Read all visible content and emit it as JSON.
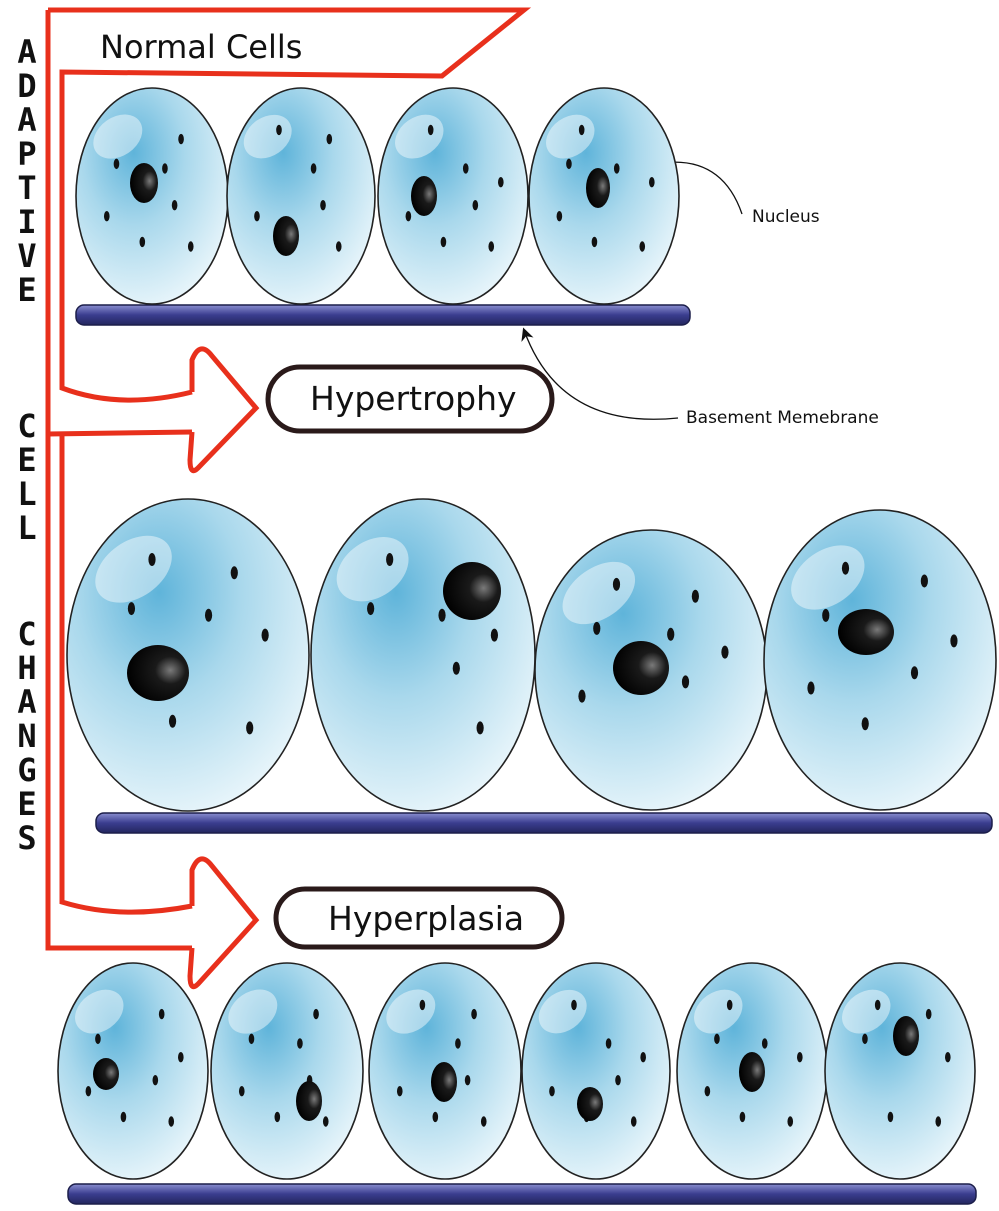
{
  "side_title": {
    "words": [
      "ADAPTIVE",
      "CELL",
      "CHANGES"
    ]
  },
  "labels": {
    "normal": "Normal Cells",
    "hypertrophy": "Hypertrophy",
    "hyperplasia": "Hyperplasia",
    "nucleus": "Nucleus",
    "basement": "Basement Memebrane"
  },
  "colors": {
    "arrow": "#e8301c",
    "membrane": "#3a3d8f",
    "cell_fill": "#bfe4f2",
    "cell_dark": "#5fb2d8",
    "cell_stroke": "#222222",
    "nucleus": "#0a0a0a"
  }
}
